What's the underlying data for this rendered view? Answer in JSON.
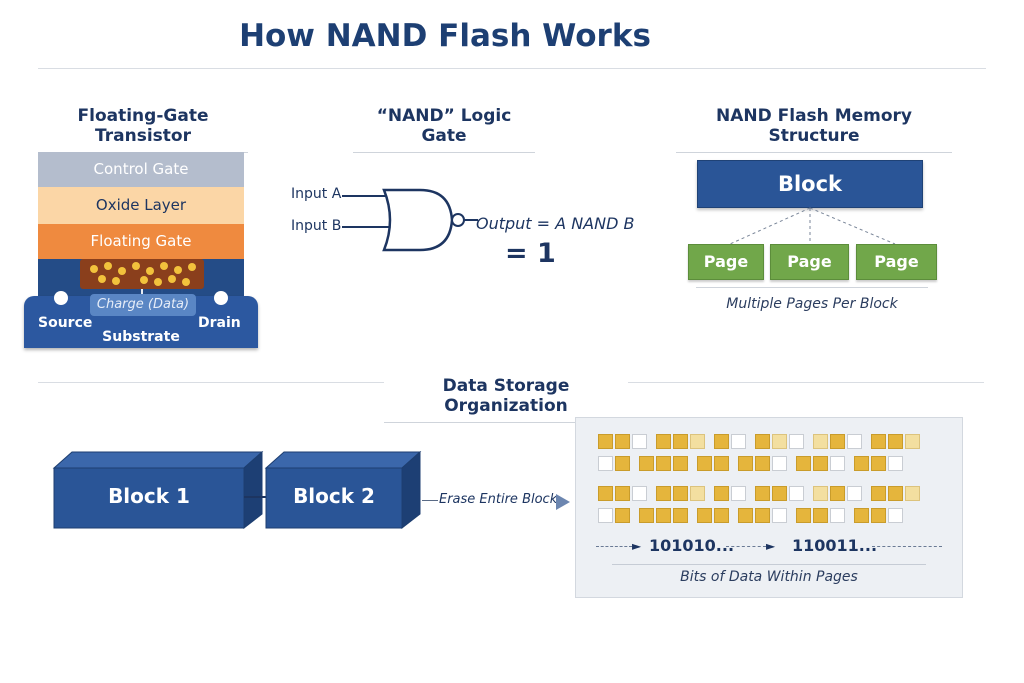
{
  "title": "How NAND Flash Works",
  "floating_gate": {
    "heading": "Floating-Gate Transistor",
    "control_gate": "Control Gate",
    "oxide_layer": "Oxide Layer",
    "floating_gate": "Floating Gate",
    "charge": "Charge (Data)",
    "source": "Source",
    "drain": "Drain",
    "substrate": "Substrate"
  },
  "nand_gate": {
    "heading": "“NAND” Logic Gate",
    "input_a": "Input A",
    "input_b": "Input B",
    "output": "Output = A NAND B",
    "result": "= 1"
  },
  "structure": {
    "heading": "NAND Flash Memory Structure",
    "block": "Block",
    "pages": [
      "Page",
      "Page",
      "Page"
    ],
    "caption": "Multiple Pages Per Block"
  },
  "organization": {
    "heading": "Data Storage Organization",
    "block1": "Block 1",
    "block2": "Block 2",
    "erase": "Erase Entire Block",
    "bits1": "101010...",
    "bits2": "110011...",
    "caption": "Bits of Data Within Pages",
    "cell_rows": [
      "yyw yyl yw ylw lyw yyl",
      "wy yyy yy yyw yyw yyw",
      "yyw yyl yw yyw lyw yyl",
      "wy yyy yy yyw yyw yyw"
    ]
  },
  "colors": {
    "control_gate": "#b4bdcd",
    "oxide": "#fbd6a6",
    "floating_gate": "#ef8a3f",
    "channel": "#244c87",
    "substrate": "#2c58a0",
    "block_blue": "#2a5597",
    "page_green": "#71a74a",
    "bit_yellow": "#e5b53c"
  }
}
